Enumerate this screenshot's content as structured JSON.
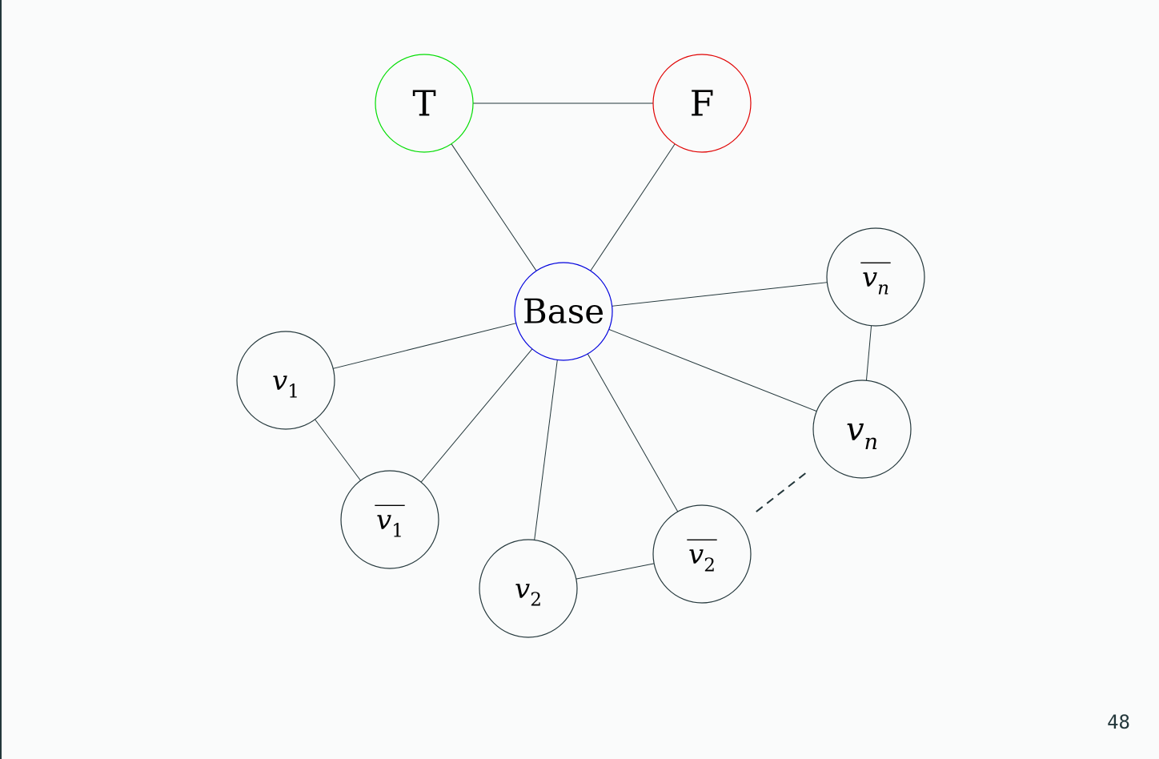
{
  "diagram": {
    "nodes": [
      {
        "id": "T",
        "label": "T",
        "stroke": "#00dd00"
      },
      {
        "id": "F",
        "label": "F",
        "stroke": "#e00000"
      },
      {
        "id": "Base",
        "label": "Base",
        "stroke": "#0000dd"
      },
      {
        "id": "v1",
        "var": "v",
        "sub": "1",
        "bar": false,
        "stroke": "#23373b"
      },
      {
        "id": "v1bar",
        "var": "v",
        "sub": "1",
        "bar": true,
        "stroke": "#23373b"
      },
      {
        "id": "v2",
        "var": "v",
        "sub": "2",
        "bar": false,
        "stroke": "#23373b"
      },
      {
        "id": "v2bar",
        "var": "v",
        "sub": "2",
        "bar": true,
        "stroke": "#23373b"
      },
      {
        "id": "vn",
        "var": "v",
        "sub": "n",
        "bar": false,
        "stroke": "#23373b"
      },
      {
        "id": "vnbar",
        "var": "v",
        "sub": "n",
        "bar": true,
        "stroke": "#23373b"
      }
    ],
    "edges": [
      {
        "from": "T",
        "to": "F",
        "style": "solid"
      },
      {
        "from": "T",
        "to": "Base",
        "style": "solid"
      },
      {
        "from": "F",
        "to": "Base",
        "style": "solid"
      },
      {
        "from": "Base",
        "to": "v1",
        "style": "solid"
      },
      {
        "from": "Base",
        "to": "v1bar",
        "style": "solid"
      },
      {
        "from": "Base",
        "to": "v2",
        "style": "solid"
      },
      {
        "from": "Base",
        "to": "v2bar",
        "style": "solid"
      },
      {
        "from": "Base",
        "to": "vn",
        "style": "solid"
      },
      {
        "from": "Base",
        "to": "vnbar",
        "style": "solid"
      },
      {
        "from": "v1",
        "to": "v1bar",
        "style": "solid"
      },
      {
        "from": "v2",
        "to": "v2bar",
        "style": "solid"
      },
      {
        "from": "vn",
        "to": "vnbar",
        "style": "solid"
      },
      {
        "from": "v2bar",
        "to": "vn",
        "style": "dashed"
      }
    ],
    "line_color": "#23373b"
  },
  "footer": {
    "page_number": "48"
  }
}
